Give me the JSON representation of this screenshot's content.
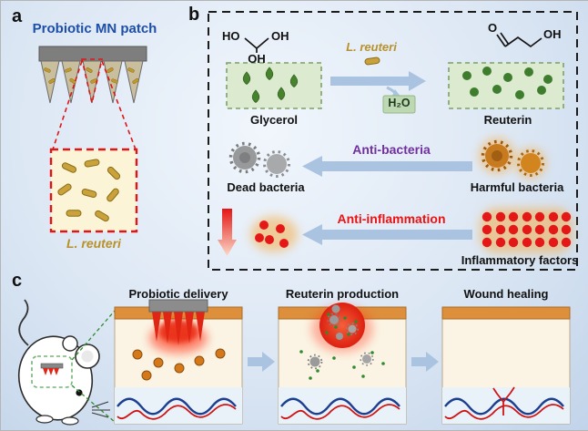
{
  "figure": {
    "panel_a": {
      "label": "a",
      "title": "Probiotic MN patch",
      "bacteria_label": "L. reuteri"
    },
    "panel_b": {
      "label": "b",
      "glycerol": {
        "label": "Glycerol",
        "struct_ho": "HO",
        "struct_oh_right": "OH",
        "struct_oh_bottom": "OH"
      },
      "reuterin": {
        "label": "Reuterin",
        "struct_o": "O",
        "struct_oh": "OH"
      },
      "reaction": {
        "catalyst": "L. reuteri",
        "byproduct": "H₂O"
      },
      "antibacteria": {
        "label": "Anti-bacteria",
        "left": "Dead bacteria",
        "right": "Harmful bacteria"
      },
      "antiinflammation": {
        "label": "Anti-inflammation",
        "right": "Inflammatory factors"
      }
    },
    "panel_c": {
      "label": "c",
      "stages": [
        "Probiotic delivery",
        "Reuterin production",
        "Wound healing"
      ]
    }
  },
  "colors": {
    "title_blue": "#1d4fa8",
    "gold": "#b8912a",
    "purple": "#7030a0",
    "red": "#ee1111",
    "arrow_blue": "#a9c3e1",
    "green_dark": "#3e7d2e",
    "dashed_border": "#1c1c1c"
  }
}
